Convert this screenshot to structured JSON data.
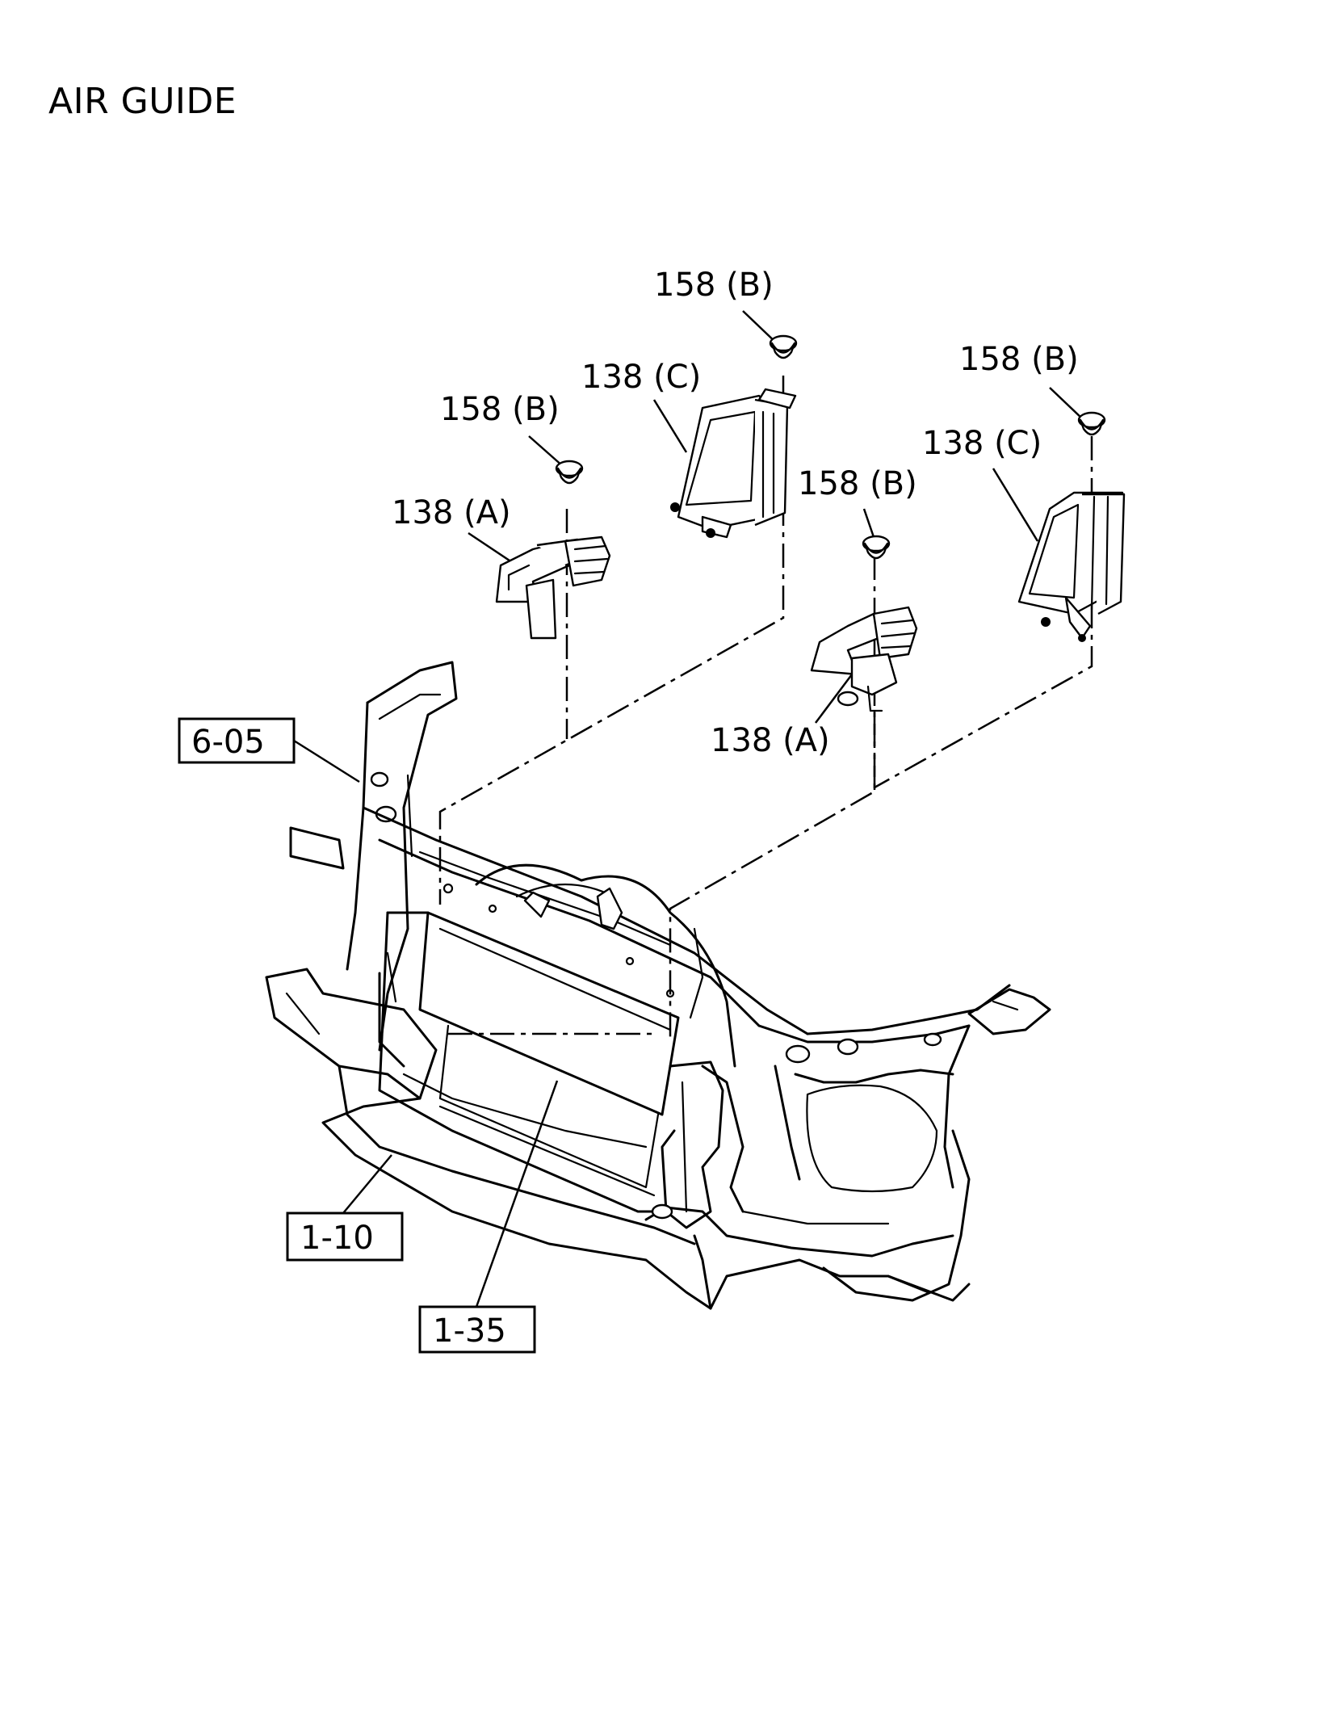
{
  "title": "AIR GUIDE",
  "callouts": {
    "c158_a": "158 (B)",
    "c158_b": "158 (B)",
    "c158_c": "158 (B)",
    "c158_d": "158 (B)",
    "c138c_a": "138 (C)",
    "c138c_b": "138 (C)",
    "c138a_a": "138 (A)",
    "c138a_b": "138 (A)"
  },
  "refs": {
    "r605": "6-05",
    "r110": "1-10",
    "r135": "1-35"
  }
}
